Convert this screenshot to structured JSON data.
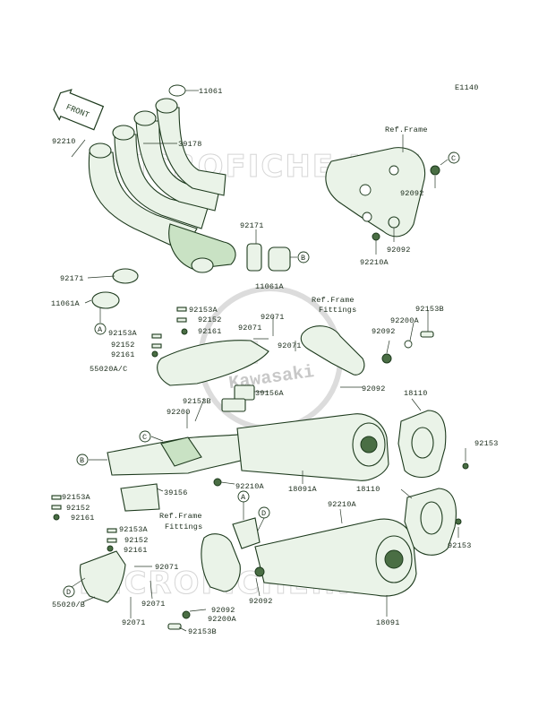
{
  "diagram_code": "E1140",
  "front_label": "FRONT",
  "watermark": "MICROFICHE.NET",
  "logo_text": "Kawasaki",
  "ref_frame": "Ref.Frame",
  "ref_frame_fittings_1": {
    "line1": "Ref.Frame",
    "line2": "Fittings"
  },
  "ref_frame_fittings_2": {
    "line1": "Ref.Frame",
    "line2": "Fittings"
  },
  "callouts": {
    "A": "A",
    "B": "B",
    "C": "C",
    "D": "D"
  },
  "parts": {
    "p11061": "11061",
    "p92210_top": "92210",
    "p39178": "39178",
    "p92171_a": "92171",
    "p92171_b": "92171",
    "p11061A_a": "11061A",
    "p11061A_b": "11061A",
    "p92092_a": "92092",
    "p92092_b": "92092",
    "p92210A_a": "92210A",
    "p92153A_a": "92153A",
    "p92152_a": "92152",
    "p92161_a": "92161",
    "p92153A_b": "92153A",
    "p92152_b": "92152",
    "p92161_b": "92161",
    "p55020AC": "55020A/C",
    "p92071_a": "92071",
    "p92071_b": "92071",
    "p92071_c": "92071",
    "p92092_c": "92092",
    "p92200A_a": "92200A",
    "p92153B_a": "92153B",
    "p92092_d": "92092",
    "p39156A": "39156A",
    "p92153B_b": "92153B",
    "p92200": "92200",
    "p18110_a": "18110",
    "p92153_a": "92153",
    "p92210A_b": "92210A",
    "p18091A": "18091A",
    "p39156": "39156",
    "p92153A_c": "92153A",
    "p92152_c": "92152",
    "p92161_c": "92161",
    "p92210A_c": "92210A",
    "p18110_b": "18110",
    "p92153A_d": "92153A",
    "p92152_d": "92152",
    "p92161_d": "92161",
    "p92153_b": "92153",
    "p92071_d": "92071",
    "p92071_e": "92071",
    "p92092_e": "92092",
    "p55020B": "55020/B",
    "p92071_f": "92071",
    "p92092_f": "92092",
    "p92200A_b": "92200A",
    "p92153B_c": "92153B",
    "p18091": "18091"
  },
  "colors": {
    "line": "#1d3a1d",
    "fill": "#eaf3e8",
    "accent": "#4a6e44",
    "watermark": "#d6d6d6"
  }
}
